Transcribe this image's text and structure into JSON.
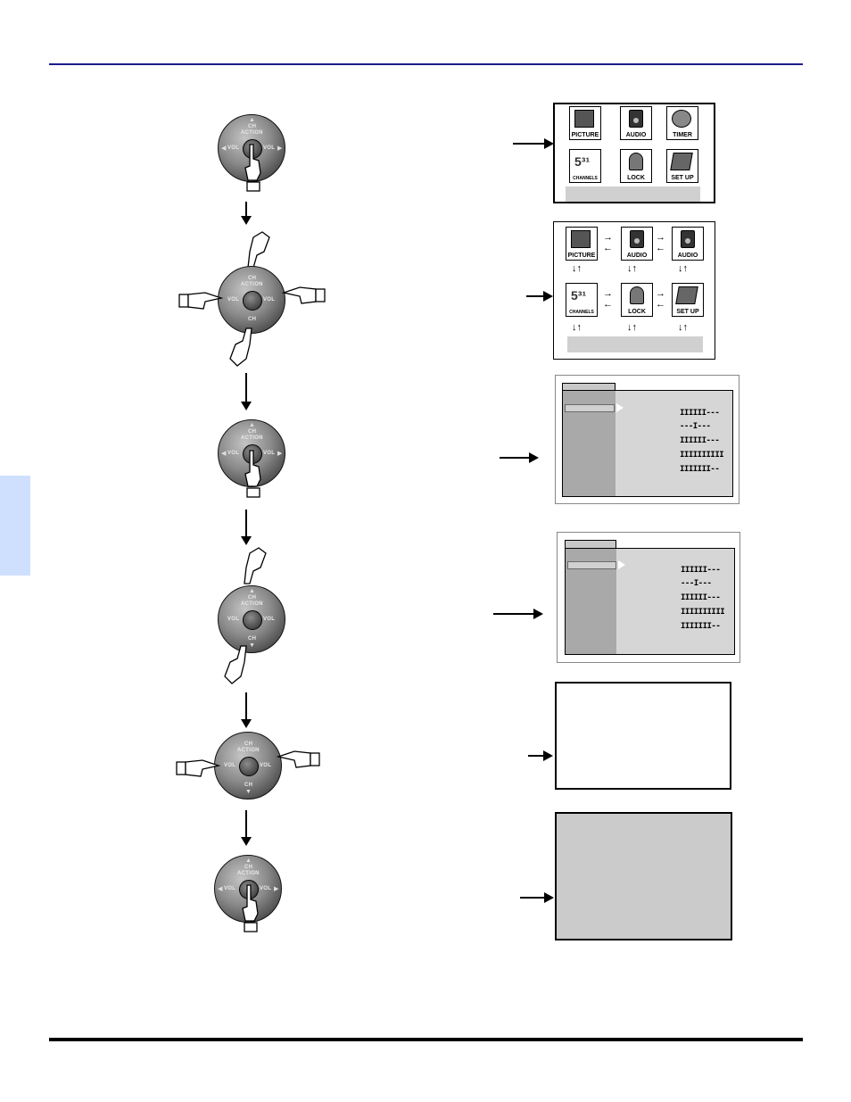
{
  "dial": {
    "top_label": "CH",
    "action_label": "ACTION",
    "left_label": "VOL",
    "right_label": "VOL",
    "bottom_label": "CH"
  },
  "main_menu": {
    "items": [
      {
        "label": "PICTURE"
      },
      {
        "label": "AUDIO"
      },
      {
        "label": "TIMER"
      },
      {
        "label": "CHANNELS"
      },
      {
        "label": "LOCK"
      },
      {
        "label": "SET UP"
      }
    ]
  },
  "nav_menu": {
    "items": [
      {
        "label": "PICTURE"
      },
      {
        "label": "AUDIO"
      },
      {
        "label": "AUDIO"
      },
      {
        "label": "CHANNELS"
      },
      {
        "label": "LOCK"
      },
      {
        "label": "SET UP"
      }
    ]
  },
  "adjust_menu_1": {
    "scales": [
      "IIIIII---",
      "---I---",
      "IIIIII---",
      "IIIIIIIIII",
      "IIIIIII--"
    ]
  },
  "adjust_menu_2": {
    "scales": [
      "IIIIII---",
      "---I---",
      "IIIIII---",
      "IIIIIIIIII",
      "IIIIIII--"
    ]
  },
  "colors": {
    "header_rule": "#1b1b8c",
    "side_tab": "#cfe0ff",
    "menu_gray": "#d6d6d6"
  }
}
